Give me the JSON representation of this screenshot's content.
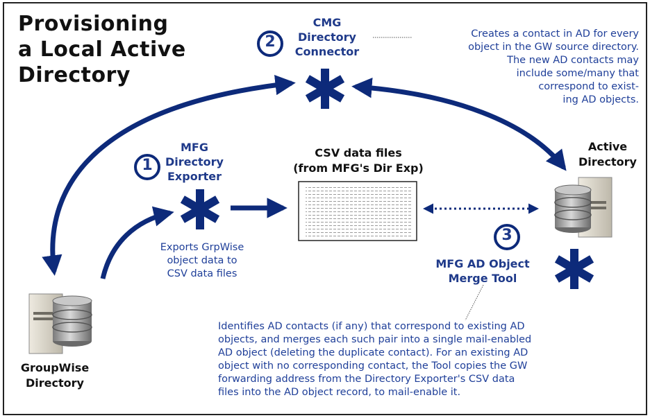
{
  "title": "Provisioning\na Local Active\nDirectory",
  "cmg": {
    "number": "2",
    "label": "CMG\nDirectory\nConnector",
    "note": "Creates a contact in AD for every\nobject in the GW source directory.\nThe new AD contacts may\ninclude some/many that\ncorrespond to exist-\ning AD objects."
  },
  "mfg_exporter": {
    "number": "1",
    "label": "MFG\nDirectory\nExporter",
    "note": "Exports GrpWise\nobject data to\nCSV data files"
  },
  "csv": {
    "label": "CSV data files\n(from MFG's Dir Exp)"
  },
  "active_directory": {
    "label": "Active\nDirectory"
  },
  "merge_tool": {
    "number": "3",
    "label": "MFG AD Object\nMerge Tool",
    "note": "Identifies AD contacts (if any) that correspond to existing AD\nobjects, and merges each such pair into a single mail-enabled\nAD object (deleting the duplicate contact).  For an existing AD\nobject with no corresponding contact, the Tool copies the GW\nforwarding address from the Directory Exporter's CSV data\nfiles into the AD object record, to mail-enable it."
  },
  "groupwise": {
    "label": "GroupWise\nDirectory"
  },
  "colors": {
    "accent": "#0d2a7a",
    "text_blue": "#1f3f99",
    "server_gray": "#d8d4c8"
  }
}
